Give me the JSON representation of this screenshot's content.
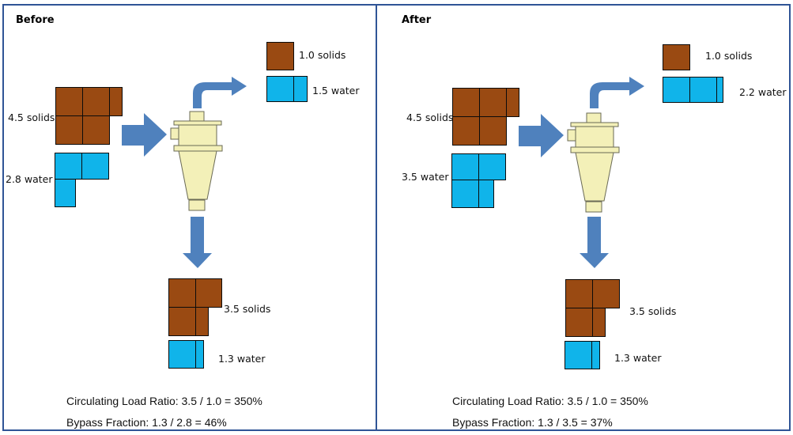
{
  "colors": {
    "solids": "#9a4a12",
    "water": "#10b4ea",
    "arrow": "#4f81bd",
    "cyclone": "#f3f0b8",
    "border": "#2f5496"
  },
  "before": {
    "title": "Before",
    "feed_solids": "4.5 solids",
    "feed_water": "2.8 water",
    "overflow_solids": "1.0 solids",
    "overflow_water": "1.5 water",
    "underflow_solids": "3.5 solids",
    "underflow_water": "1.3 water",
    "circulating_load": "Circulating Load Ratio: 3.5 / 1.0 = 350%",
    "bypass": "Bypass Fraction: 1.3 / 2.8 = 46%"
  },
  "after": {
    "title": "After",
    "feed_solids": "4.5 solids",
    "feed_water": "3.5 water",
    "overflow_solids": "1.0 solids",
    "overflow_water": "2.2 water",
    "underflow_solids": "3.5 solids",
    "underflow_water": "1.3 water",
    "circulating_load": "Circulating Load Ratio: 3.5 / 1.0 = 350%",
    "bypass": "Bypass Fraction: 1.3 / 3.5 = 37%"
  }
}
